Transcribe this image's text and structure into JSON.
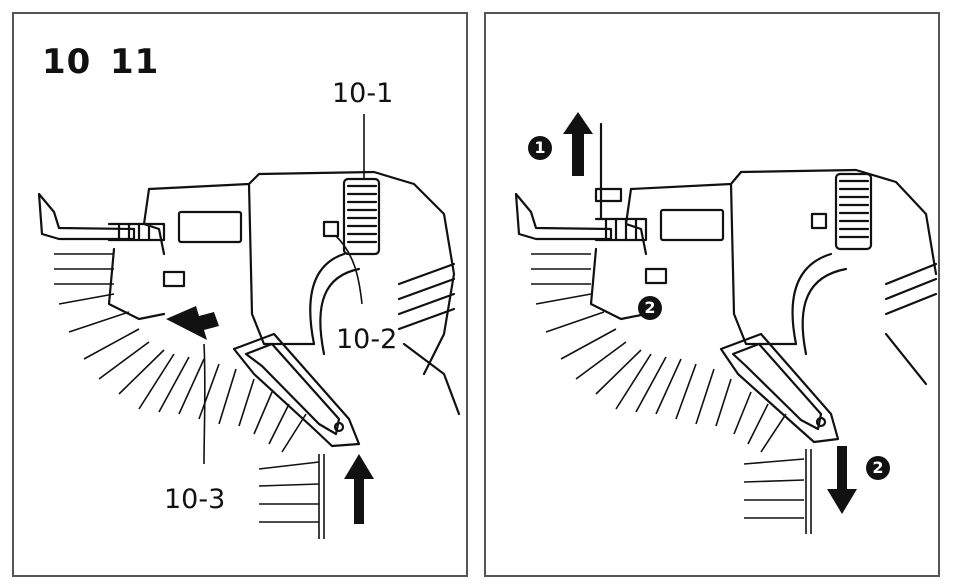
{
  "figures": {
    "left": {
      "numbers": [
        "10",
        "11"
      ],
      "callouts": {
        "c1": "10-1",
        "c2": "10-2",
        "c3": "10-3"
      }
    },
    "right": {
      "steps": {
        "step1": "1",
        "step2a": "2",
        "step2b": "2"
      }
    }
  },
  "colors": {
    "line": "#111111",
    "border": "#555555",
    "background": "#ffffff"
  }
}
